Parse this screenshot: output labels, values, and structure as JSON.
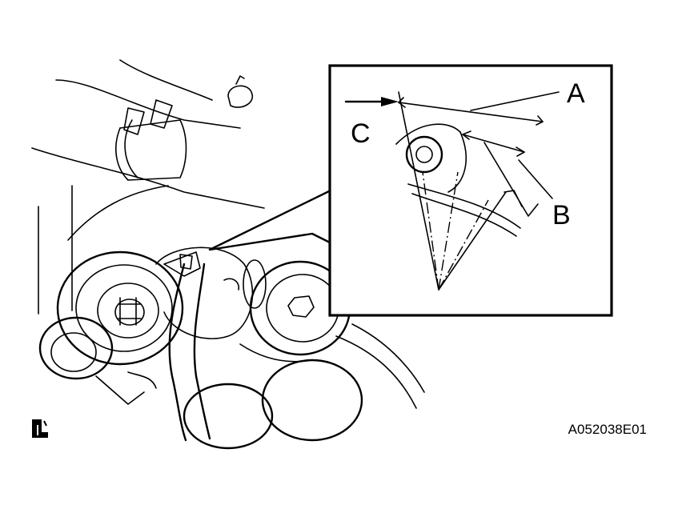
{
  "callouts": {
    "a": "A",
    "b": "B",
    "c": "C"
  },
  "figure_id": "A052038E01",
  "icons": {
    "corner_symbol": "service-manual-symbol-icon"
  },
  "colors": {
    "ink": "#000000",
    "paper": "#ffffff"
  }
}
